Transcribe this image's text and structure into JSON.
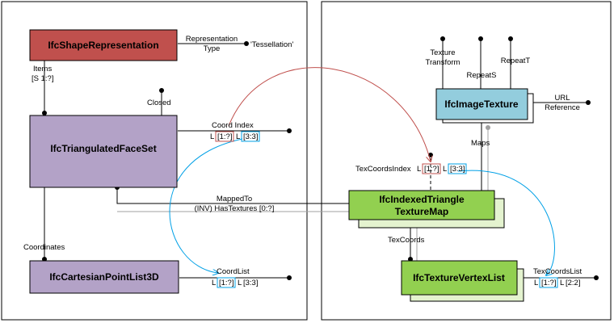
{
  "entities": {
    "shape_rep": "IfcShapeRepresentation",
    "tri_faceset": "IfcTriangulatedFaceSet",
    "point_list": "IfcCartesianPointList3D",
    "image_texture": "IfcImageTexture",
    "indexed_tri_map_line1": "IfcIndexedTriangle",
    "indexed_tri_map_line2": "TextureMap",
    "vertex_list": "IfcTextureVertexList"
  },
  "attributes": {
    "rep_type_line1": "Representation",
    "rep_type_line2": "Type",
    "rep_type_value": "'Tessellation'",
    "items_line1": "Items",
    "items_line2": "[S 1:?]",
    "closed": "Closed",
    "coord_index": "Coord Index",
    "coordinates": "Coordinates",
    "coord_list": "CoordList",
    "mapped_to": "MappedTo",
    "has_textures": "(INV) HasTextures [0:?]",
    "texture_transform_line1": "Texture",
    "texture_transform_line2": "Transform",
    "repeat_s": "RepeatS",
    "repeat_t": "RepeatT",
    "url_line1": "URL",
    "url_line2": "Reference",
    "maps": "Maps",
    "tex_coords_index": "TexCoordsIndex",
    "tex_coords": "TexCoords",
    "tex_coords_list": "TexCoordsList"
  },
  "aggregates": {
    "l_prefix_1": "L",
    "l_prefix_2": "L",
    "l_prefix_3": "L",
    "l_prefix_4": "L",
    "l_prefix_5": "L",
    "l_prefix_6": "L",
    "l_prefix_7": "L",
    "l_prefix_8": "L",
    "coord_index_a": "[1:?]",
    "coord_index_b": "[3:3]",
    "coord_list_a": "[1:?]",
    "coord_list_b": "[3:3]",
    "tex_idx_a": "[1:?]",
    "tex_idx_b": "[3:3]",
    "tex_list_a": "[1:?]",
    "tex_list_b": "[2:2]"
  },
  "colors": {
    "shape_rep_fill": "#c0504d",
    "purple_fill": "#b3a2c7",
    "cyan_fill": "#93cddd",
    "green_fill": "#92d050",
    "red_link": "#c0504d",
    "blue_link": "#00a0e6"
  }
}
